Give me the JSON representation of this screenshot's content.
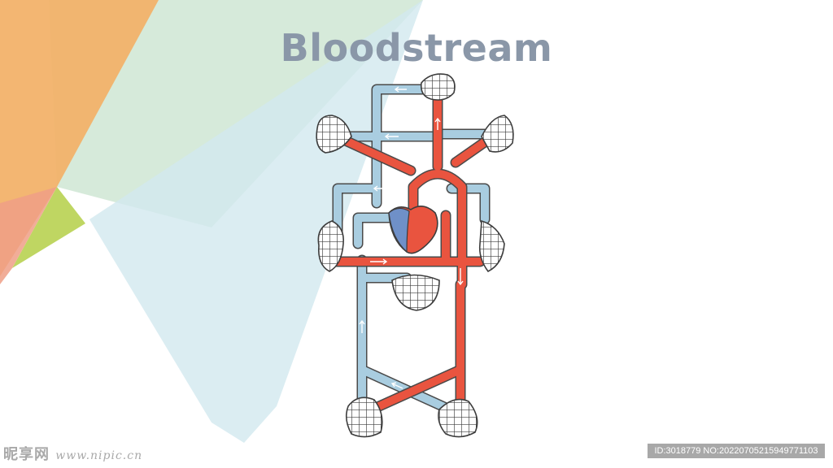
{
  "title": "Bloodstream",
  "colors": {
    "oxygenated": "#e9543f",
    "deoxygenated": "#a9cde0",
    "vessel_outline": "#4a4a4a",
    "title": "#8a97a8",
    "bg_orange": "#f2b26a",
    "bg_green": "#cfe6d3",
    "bg_lime": "#bcd45a",
    "bg_blue": "#d2e8ef"
  },
  "diagram": {
    "parts": [
      "heart",
      "capillary-bed-head",
      "capillary-bed-upper-left",
      "capillary-bed-upper-right",
      "capillary-bed-mid-left",
      "capillary-bed-mid-right",
      "capillary-bed-center",
      "capillary-bed-lower-left",
      "capillary-bed-lower-right"
    ]
  },
  "watermark": {
    "brand": "昵享网",
    "site": "www.nipic.cn",
    "id_text": "ID:3018779 NO:20220705215949771103"
  }
}
